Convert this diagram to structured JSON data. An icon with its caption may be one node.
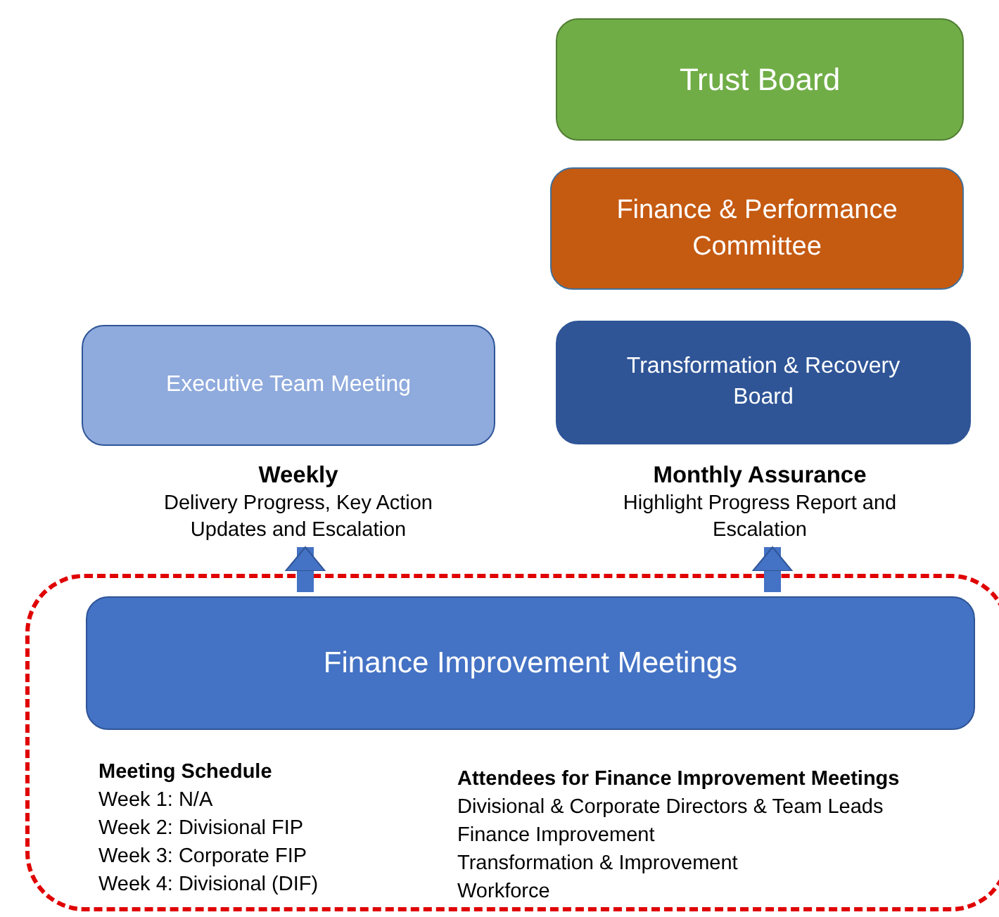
{
  "diagram": {
    "nodes": [
      {
        "text": [
          "Trust Board"
        ]
      },
      {
        "text": [
          "Finance & Performance Committee"
        ]
      },
      {
        "text": [
          "Executive Team Meeting"
        ]
      },
      {
        "text": [
          "Transformation & Recovery Board"
        ]
      },
      {
        "text": [
          "Meeting Schedule",
          "Week 1: N/A",
          "Week 2: Divisional FIP",
          "Week 3: Corporate FIP",
          "Week 4: Divisional (DIF)",
          "Attendees for Finance Improvement Meetings",
          "Divisional & Corporate Directors & Team Leads",
          "Finance Improvement",
          "Transformation & Improvement",
          "Workforce"
        ]
      },
      {
        "text": [
          "Finance Improvement Meetings"
        ],
        "in": 4
      },
      {
        "text": [
          "Weekly",
          "Delivery Progress, Key Action Updates and Escalation"
        ]
      },
      {
        "text": [
          "Monthly Assurance",
          "Highlight Progress Report and Escalation"
        ]
      }
    ],
    "edges": [
      {
        "from": 5,
        "to": 6,
        "arrow": "to"
      },
      {
        "from": 5,
        "to": 7,
        "arrow": "to"
      }
    ]
  }
}
